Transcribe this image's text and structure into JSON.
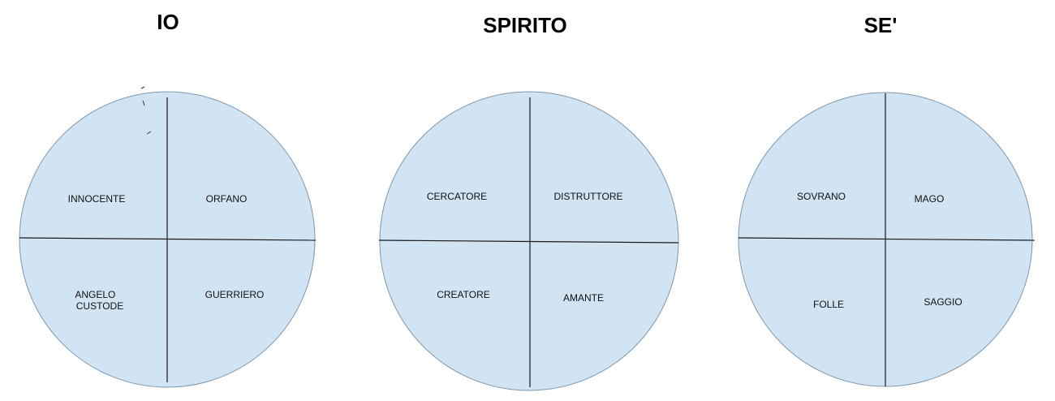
{
  "diagrams": [
    {
      "title": "IO",
      "quadrants": {
        "top_left": [
          "INNOCENTE"
        ],
        "top_right": [
          "ORFANO"
        ],
        "bottom_left": [
          "ANGELO",
          "CUSTODE"
        ],
        "bottom_right": [
          "GUERRIERO"
        ]
      }
    },
    {
      "title": "SPIRITO",
      "quadrants": {
        "top_left": [
          "CERCATORE"
        ],
        "top_right": [
          "DISTRUTTORE"
        ],
        "bottom_left": [
          "CREATORE"
        ],
        "bottom_right": [
          "AMANTE"
        ]
      }
    },
    {
      "title": "SE'",
      "quadrants": {
        "top_left": [
          "SOVRANO"
        ],
        "top_right": [
          "MAGO"
        ],
        "bottom_left": [
          "FOLLE"
        ],
        "bottom_right": [
          "SAGGIO"
        ]
      }
    }
  ],
  "colors": {
    "circle_fill": "#d0e4f3",
    "circle_stroke": "#7f97ab",
    "divider": "#1a1a1a"
  }
}
